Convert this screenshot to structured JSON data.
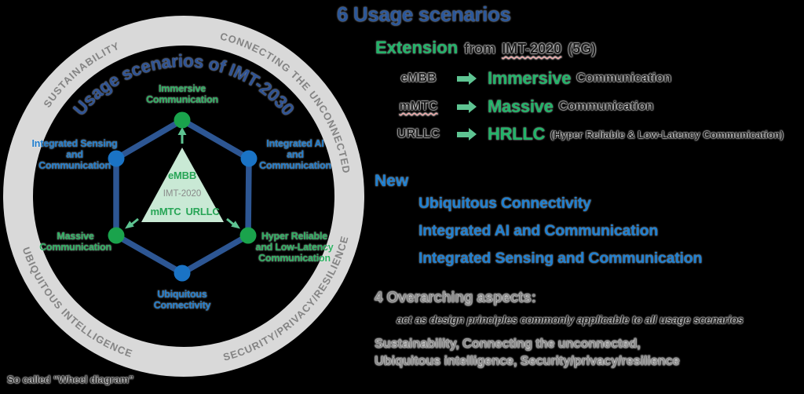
{
  "colors": {
    "accent_green": "#21b469",
    "accent_blue": "#1c7fd2",
    "title_navy": "#2b579a",
    "node_green": "#1aa34c",
    "node_blue": "#1a73c5",
    "edge_blue": "#2d5693",
    "ring_gray": "#d9d9d9",
    "ring_text_gray": "#848484",
    "triangle_fill": "#c9e9d5"
  },
  "wheel": {
    "title": "Usage scenarios of IMT-2030",
    "ring": {
      "top_left": "SUSTAINABILITY",
      "top_right": "CONNECTING THE UNCONNECTED",
      "bottom_left": "UBIQUITOUS INTELLIGENCE",
      "bottom_right": "SECURITY/PRIVACY/RESILIENCE"
    },
    "nodes": {
      "immersive": "Immersive\nCommunication",
      "sensing": "Integrated Sensing\nand\nCommunication",
      "ai": "Integrated AI\nand\nCommunication",
      "massive": "Massive\nCommunication",
      "hyper": "Hyper Reliable\nand Low-Latency\nCommunication",
      "ubiquitous": "Ubiquitous\nConnectivity"
    },
    "triangle": {
      "top": "eMBB",
      "middle": "IMT-2020",
      "left": "mMTC",
      "right": "URLLC"
    },
    "caption": "So called “Wheel diagram”"
  },
  "panel": {
    "title": "6 Usage scenarios",
    "extension": {
      "keyword": "Extension",
      "from_word": "from",
      "source": "IMT-2020",
      "suffix": "(5G)"
    },
    "mappings": [
      {
        "from": "eMBB",
        "to": "Immersive",
        "rest": "Communication"
      },
      {
        "from": "mMTC",
        "to": "Massive",
        "rest": "Communication"
      },
      {
        "from": "URLLC",
        "to": "HRLLC",
        "rest": "(Hyper Reliable & Low-Latency Communication)"
      }
    ],
    "new_heading": "New",
    "new_items": [
      "Ubiquitous Connectivity",
      "Integrated AI and Communication",
      "Integrated Sensing and Communication"
    ],
    "overarching_heading": "4 Overarching aspects:",
    "overarching_note": "act as design principles commonly applicable to all usage scenarios",
    "overarching_line1": "Sustainability, Connecting the unconnected,",
    "overarching_line2": "Ubiquitous intelligence, Security/privacy/resilience"
  }
}
